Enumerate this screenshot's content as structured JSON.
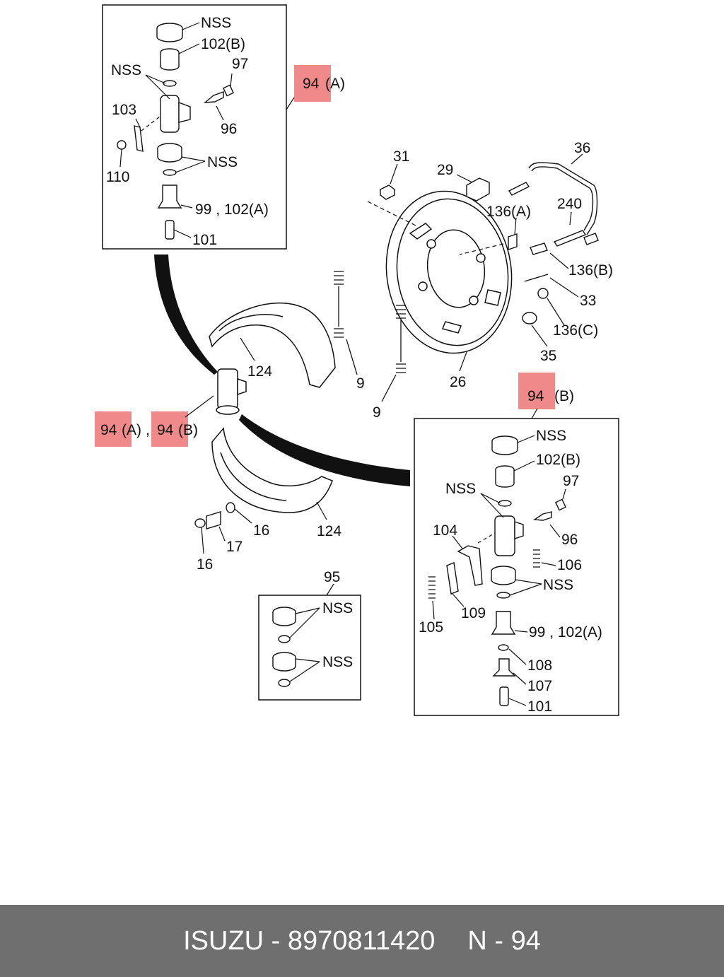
{
  "callouts": {
    "nss": "NSS",
    "c102b": "102(B)",
    "c97": "97",
    "c96": "96",
    "c103": "103",
    "c110": "110",
    "c99_102a": "99 , 102(A)",
    "c101": "101",
    "c94a": "94",
    "c94a_suffix": "(A)",
    "c94b": "94",
    "c94b_suffix": "(B)",
    "c31": "31",
    "c29": "29",
    "c36": "36",
    "c136a": "136(A)",
    "c240": "240",
    "c136b": "136(B)",
    "c33": "33",
    "c136c": "136(C)",
    "c35": "35",
    "c26": "26",
    "c9": "9",
    "c124": "124",
    "c16": "16",
    "c17": "17",
    "c95": "95",
    "c104": "104",
    "c106": "106",
    "c109": "109",
    "c105": "105",
    "c108": "108",
    "c107": "107",
    "sep": ","
  },
  "footer": {
    "brand": "ISUZU - 8970811420",
    "page": "N - 94"
  },
  "colors": {
    "highlight": "#f08a8a",
    "footer_bg": "#6f6f6f",
    "ink": "#111111"
  }
}
